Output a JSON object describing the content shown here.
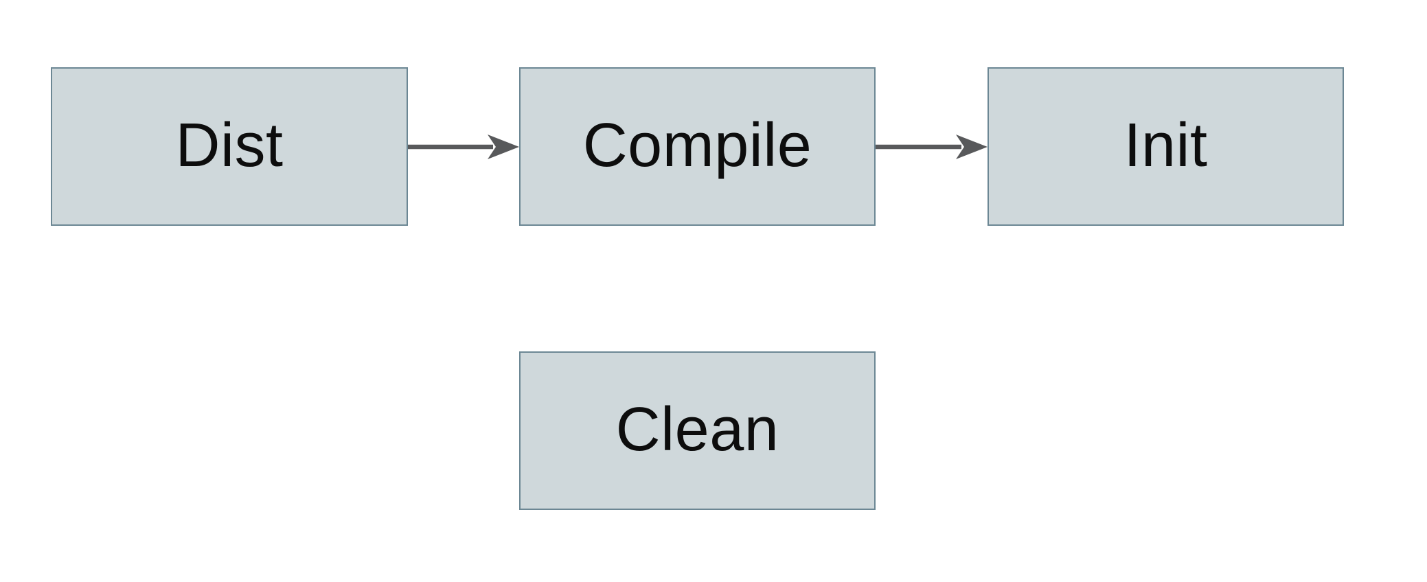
{
  "diagram": {
    "title": "",
    "nodes": [
      {
        "id": "dist",
        "label": "Dist"
      },
      {
        "id": "compile",
        "label": "Compile"
      },
      {
        "id": "init",
        "label": "Init"
      },
      {
        "id": "clean",
        "label": "Clean"
      }
    ],
    "edges": [
      {
        "from": "Dist",
        "to": "Compile"
      },
      {
        "from": "Compile",
        "to": "Init"
      }
    ],
    "colors": {
      "node_fill": "#cfd8db",
      "node_border": "#6c8794",
      "arrow": "#58595b",
      "text": "#0d0d0d",
      "background": "#ffffff"
    }
  }
}
